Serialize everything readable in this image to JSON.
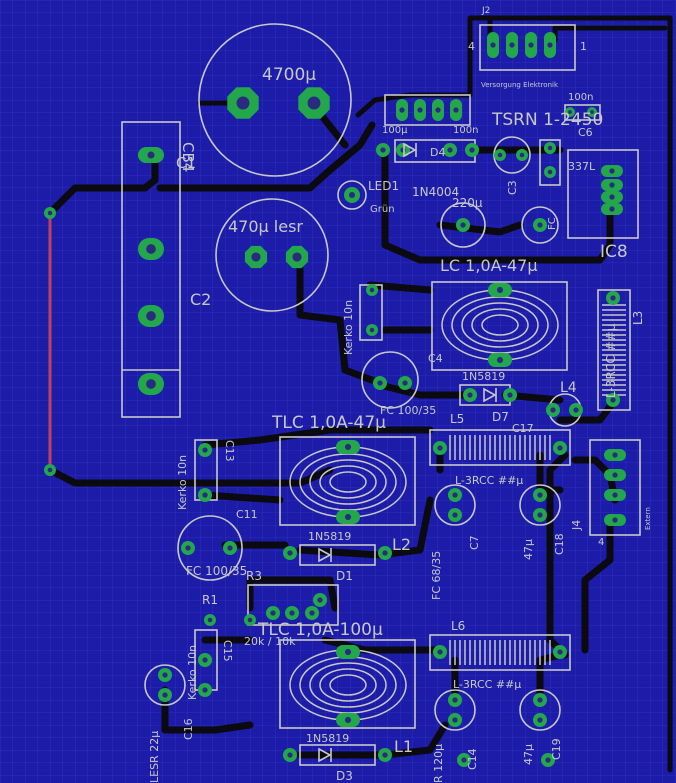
{
  "colors": {
    "board": "#1c1ca8",
    "grid": "#3a3ad0",
    "trace": "#0a0a10",
    "silk": "#c8c8c8",
    "pad": "#22a84a",
    "drill": "#2a2a80",
    "airwire": "#c04060"
  },
  "labels": {
    "cap_4700": "4700µ",
    "cap_470": "470µ lesr",
    "c_b4": "CB4",
    "c_1": "C1",
    "c_2": "C2",
    "j2": "J2",
    "j2_desc": "Versorgung Elektronik",
    "j2_pin4": "4",
    "j2_pin1": "1",
    "tsrn": "TSRN 1-2450",
    "c_100n": "100n",
    "c6": "C6",
    "ic8": "IC8",
    "ic8_part": "337L",
    "led1": "LED1",
    "gruen": "Grün",
    "d_1n4004": "1N4004",
    "d4": "D4",
    "c3": "C3",
    "c_220u": "220µ",
    "c_100u": "100µ",
    "c_100n2": "100n",
    "c_fc": "FC",
    "l_top": "LC 1,0A-47µ",
    "kerko1": "Kerko 10n",
    "c4": "C4",
    "fc1": "FC 100/35",
    "d_1n5819_a": "1N5819",
    "d7": "D7",
    "l5": "L5",
    "l4": "L4",
    "l3": "L3",
    "l3_rcc": "L-3RCC ##µ",
    "tlc_mid": "TLC 1,0A-47µ",
    "kerko2": "Kerko 10n",
    "c_13": "C13",
    "c11": "C11",
    "l2": "L2",
    "d_1n5819_b": "1N5819",
    "d1": "D1",
    "fc2": "FC 100/35",
    "rcc_mid": "L-3RCC ##µ",
    "c17": "C17",
    "c7": "C7",
    "fc_68": "FC 68/35",
    "c_47u_a": "47µ",
    "c18": "C18",
    "j4": "J4",
    "extern": "Extern",
    "j4_pin4": "4",
    "r3": "R3",
    "r1": "R1",
    "r_20k": "20k / 10k",
    "tlc_bot": "TLC 1,0A-100µ",
    "kerko3": "Kerko 10n",
    "c15": "C15",
    "c16": "C16",
    "l6": "L6",
    "rcc_bot": "L-3RCC ##µ",
    "lesr": "LESR 22µ",
    "d_1n5819_c": "1N5819",
    "d3": "D3",
    "l1": "L1",
    "r_120": "R 120µ",
    "c14": "C14",
    "c_47u_b": "47µ",
    "c19": "C19"
  }
}
